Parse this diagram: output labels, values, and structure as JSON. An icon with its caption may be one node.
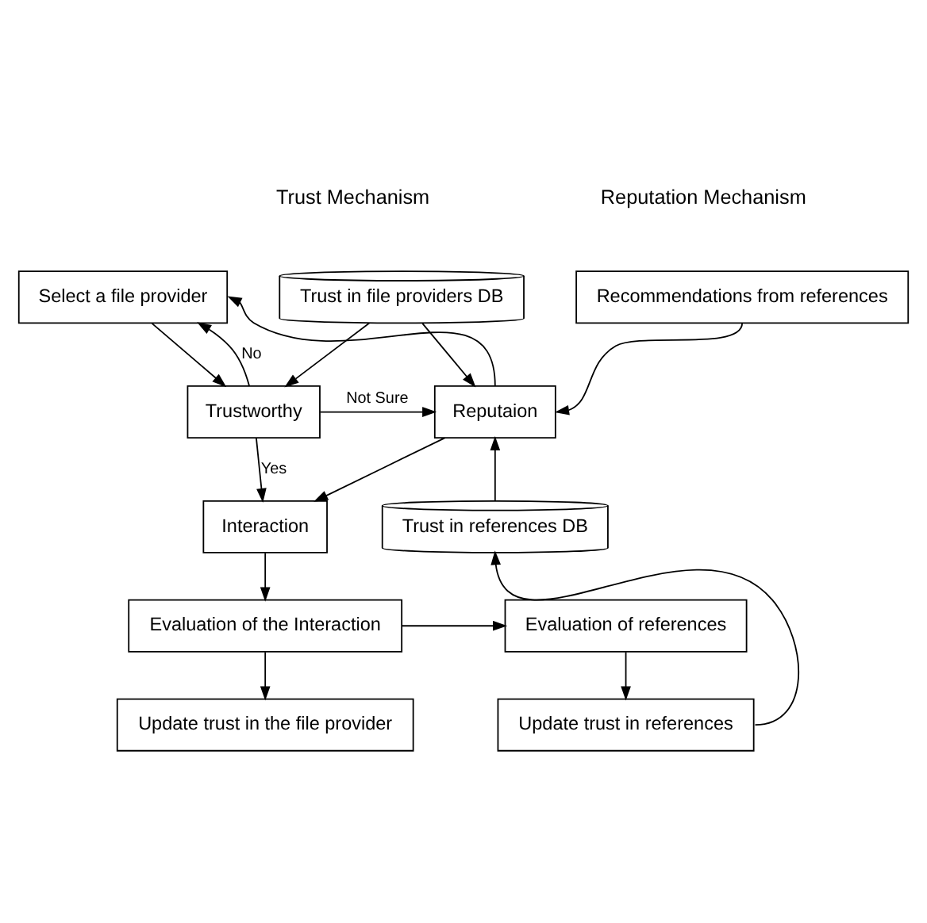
{
  "diagram": {
    "nodes": [
      {
        "text": [
          "Select a file provider"
        ]
      },
      {
        "text": [
          "Trust in file providers DB"
        ]
      },
      {
        "text": [
          "Recommendations from references"
        ]
      },
      {
        "text": [
          "Trustworthy"
        ]
      },
      {
        "text": [
          "Reputaion"
        ]
      },
      {
        "text": [
          "Interaction"
        ]
      },
      {
        "text": [
          "Evaluation of the Interaction"
        ]
      },
      {
        "text": [
          "Evaluation of references"
        ]
      },
      {
        "text": [
          "Update trust in the file provider"
        ]
      },
      {
        "text": [
          "Trust in references DB"
        ]
      },
      {
        "text": [
          "Update trust in references"
        ]
      }
    ],
    "edges": [
      {
        "from": 0,
        "to": 3,
        "arrow": "to"
      },
      {
        "from": 1,
        "to": 3,
        "arrow": "to"
      },
      {
        "from": 1,
        "to": 4,
        "arrow": "to"
      },
      {
        "from": 3,
        "to": 0,
        "label": "No",
        "arrow": "to"
      },
      {
        "from": 3,
        "to": 4,
        "label": "Not Sure",
        "arrow": "to"
      },
      {
        "from": 4,
        "to": 0,
        "arrow": "to"
      },
      {
        "from": 2,
        "to": 4,
        "arrow": "to"
      },
      {
        "from": 3,
        "to": 5,
        "label": "Yes",
        "arrow": "to"
      },
      {
        "from": 4,
        "to": 5,
        "arrow": "to"
      },
      {
        "from": 9,
        "to": 4,
        "arrow": "to"
      },
      {
        "from": 5,
        "to": 6,
        "arrow": "to"
      },
      {
        "from": 6,
        "to": 7,
        "arrow": "to"
      },
      {
        "from": 6,
        "to": 8,
        "arrow": "to"
      },
      {
        "from": 7,
        "to": 10,
        "arrow": "to"
      },
      {
        "from": 10,
        "to": 9,
        "arrow": "to"
      }
    ],
    "labels": [
      "Trust Mechanism",
      "Reputation Mechanism"
    ]
  }
}
